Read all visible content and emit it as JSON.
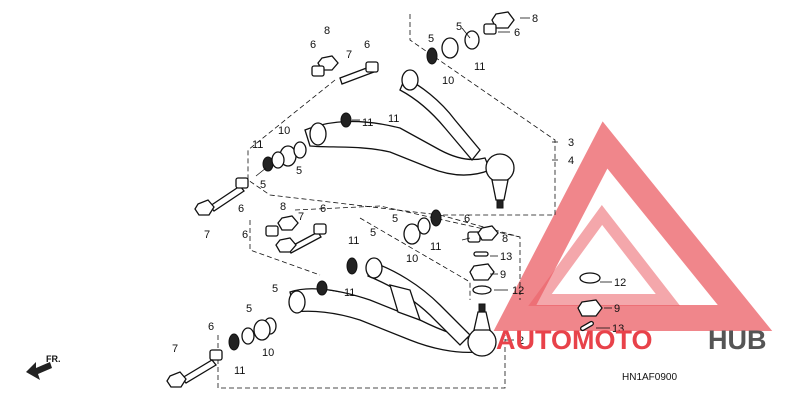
{
  "diagram_code": "HN1AF0900",
  "direction_label": "FR.",
  "watermark": {
    "prefix": "AUTOMOTO",
    "suffix": "HUB",
    "accent_color": "#e8424a",
    "dark_color": "#555555"
  },
  "callouts": [
    {
      "id": "c-8-top-right",
      "number": "8"
    },
    {
      "id": "c-5-top",
      "number": "5"
    },
    {
      "id": "c-6-top-right",
      "number": "6"
    },
    {
      "id": "c-5-top-mid",
      "number": "5"
    },
    {
      "id": "c-10-top",
      "number": "10"
    },
    {
      "id": "c-11-top",
      "number": "11"
    },
    {
      "id": "c-8-top-left",
      "number": "8"
    },
    {
      "id": "c-6-top-left-a",
      "number": "6"
    },
    {
      "id": "c-7-top-left",
      "number": "7"
    },
    {
      "id": "c-6-top-left-b",
      "number": "6"
    },
    {
      "id": "c-11-arm-upper",
      "number": "11"
    },
    {
      "id": "c-11-arm-mid",
      "number": "11"
    },
    {
      "id": "c-11-left",
      "number": "11"
    },
    {
      "id": "c-10-left",
      "number": "10"
    },
    {
      "id": "c-5-left",
      "number": "5"
    },
    {
      "id": "c-5-left-b",
      "number": "5"
    },
    {
      "id": "c-3",
      "number": "3"
    },
    {
      "id": "c-4",
      "number": "4"
    },
    {
      "id": "c-6-bolt-upper",
      "number": "6"
    },
    {
      "id": "c-7-bolt-upper",
      "number": "7"
    },
    {
      "id": "c-8-mid",
      "number": "8"
    },
    {
      "id": "c-7-mid",
      "number": "7"
    },
    {
      "id": "c-6-mid-a",
      "number": "6"
    },
    {
      "id": "c-6-mid-b",
      "number": "6"
    },
    {
      "id": "c-5-mid",
      "number": "5"
    },
    {
      "id": "c-6-mid-right",
      "number": "6"
    },
    {
      "id": "c-8-mid-right",
      "number": "8"
    },
    {
      "id": "c-11-mid-a",
      "number": "11"
    },
    {
      "id": "c-5-mid-b",
      "number": "5"
    },
    {
      "id": "c-10-mid",
      "number": "10"
    },
    {
      "id": "c-11-mid-b",
      "number": "11"
    },
    {
      "id": "c-13-upper",
      "number": "13"
    },
    {
      "id": "c-9-upper",
      "number": "9"
    },
    {
      "id": "c-12-upper",
      "number": "12"
    },
    {
      "id": "c-11-lower-arm",
      "number": "11"
    },
    {
      "id": "c-5-lower-a",
      "number": "5"
    },
    {
      "id": "c-5-lower-b",
      "number": "5"
    },
    {
      "id": "c-6-lower",
      "number": "6"
    },
    {
      "id": "c-10-lower",
      "number": "10"
    },
    {
      "id": "c-11-lower",
      "number": "11"
    },
    {
      "id": "c-7-lower",
      "number": "7"
    },
    {
      "id": "c-12-right",
      "number": "12"
    },
    {
      "id": "c-9-right",
      "number": "9"
    },
    {
      "id": "c-13-right",
      "number": "13"
    },
    {
      "id": "c-2",
      "number": "2"
    }
  ]
}
